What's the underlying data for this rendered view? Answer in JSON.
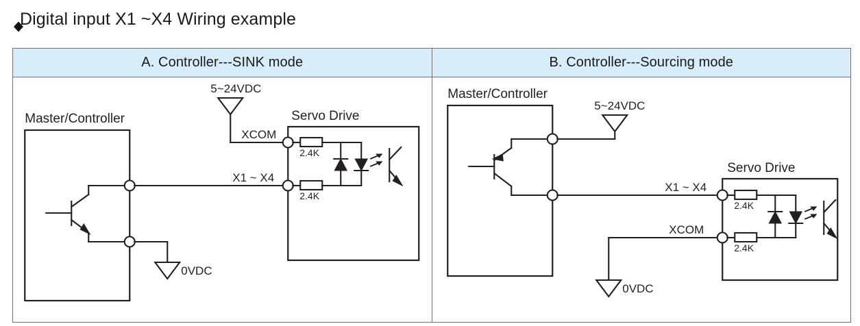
{
  "heading": {
    "bullet_icon": "diamond-bullet-icon",
    "text": "Digital input X1 ~X4 Wiring example"
  },
  "table": {
    "columns": [
      {
        "id": "sink",
        "header": "A. Controller---SINK mode"
      },
      {
        "id": "sourcing",
        "header": "B. Controller---Sourcing mode"
      }
    ],
    "header_bg": "#d8ecfa",
    "border_color": "#6d6f71",
    "line_color": "#231f20"
  },
  "diagrams": {
    "sink": {
      "controller_label": "Master/Controller",
      "servo_label": "Servo Drive",
      "supply_label": "5~24VDC",
      "ground_label": "0VDC",
      "terminal_top_label": "XCOM",
      "terminal_bottom_label": "X1 ~ X4",
      "resistor_top_label": "2.4K",
      "resistor_bottom_label": "2.4K",
      "transistor_type": "NPN",
      "supply_connects_to": "XCOM",
      "ground_connects_to": "controller-emitter",
      "signal_connects_to": "X1 ~ X4"
    },
    "sourcing": {
      "controller_label": "Master/Controller",
      "servo_label": "Servo Drive",
      "supply_label": "5~24VDC",
      "ground_label": "0VDC",
      "terminal_top_label": "X1 ~ X4",
      "terminal_bottom_label": "XCOM",
      "resistor_top_label": "2.4K",
      "resistor_bottom_label": "2.4K",
      "transistor_type": "PNP",
      "supply_connects_to": "controller-emitter",
      "ground_connects_to": "XCOM",
      "signal_connects_to": "X1 ~ X4"
    }
  },
  "components": {
    "optocoupler": {
      "name": "optocoupler",
      "diode_left": "reverse-protection-diode",
      "diode_right": "led-emitter-diode",
      "output": "phototransistor"
    },
    "resistor_value": "2.4K",
    "supply_voltage_range": "5~24VDC",
    "ground_potential": "0VDC"
  }
}
